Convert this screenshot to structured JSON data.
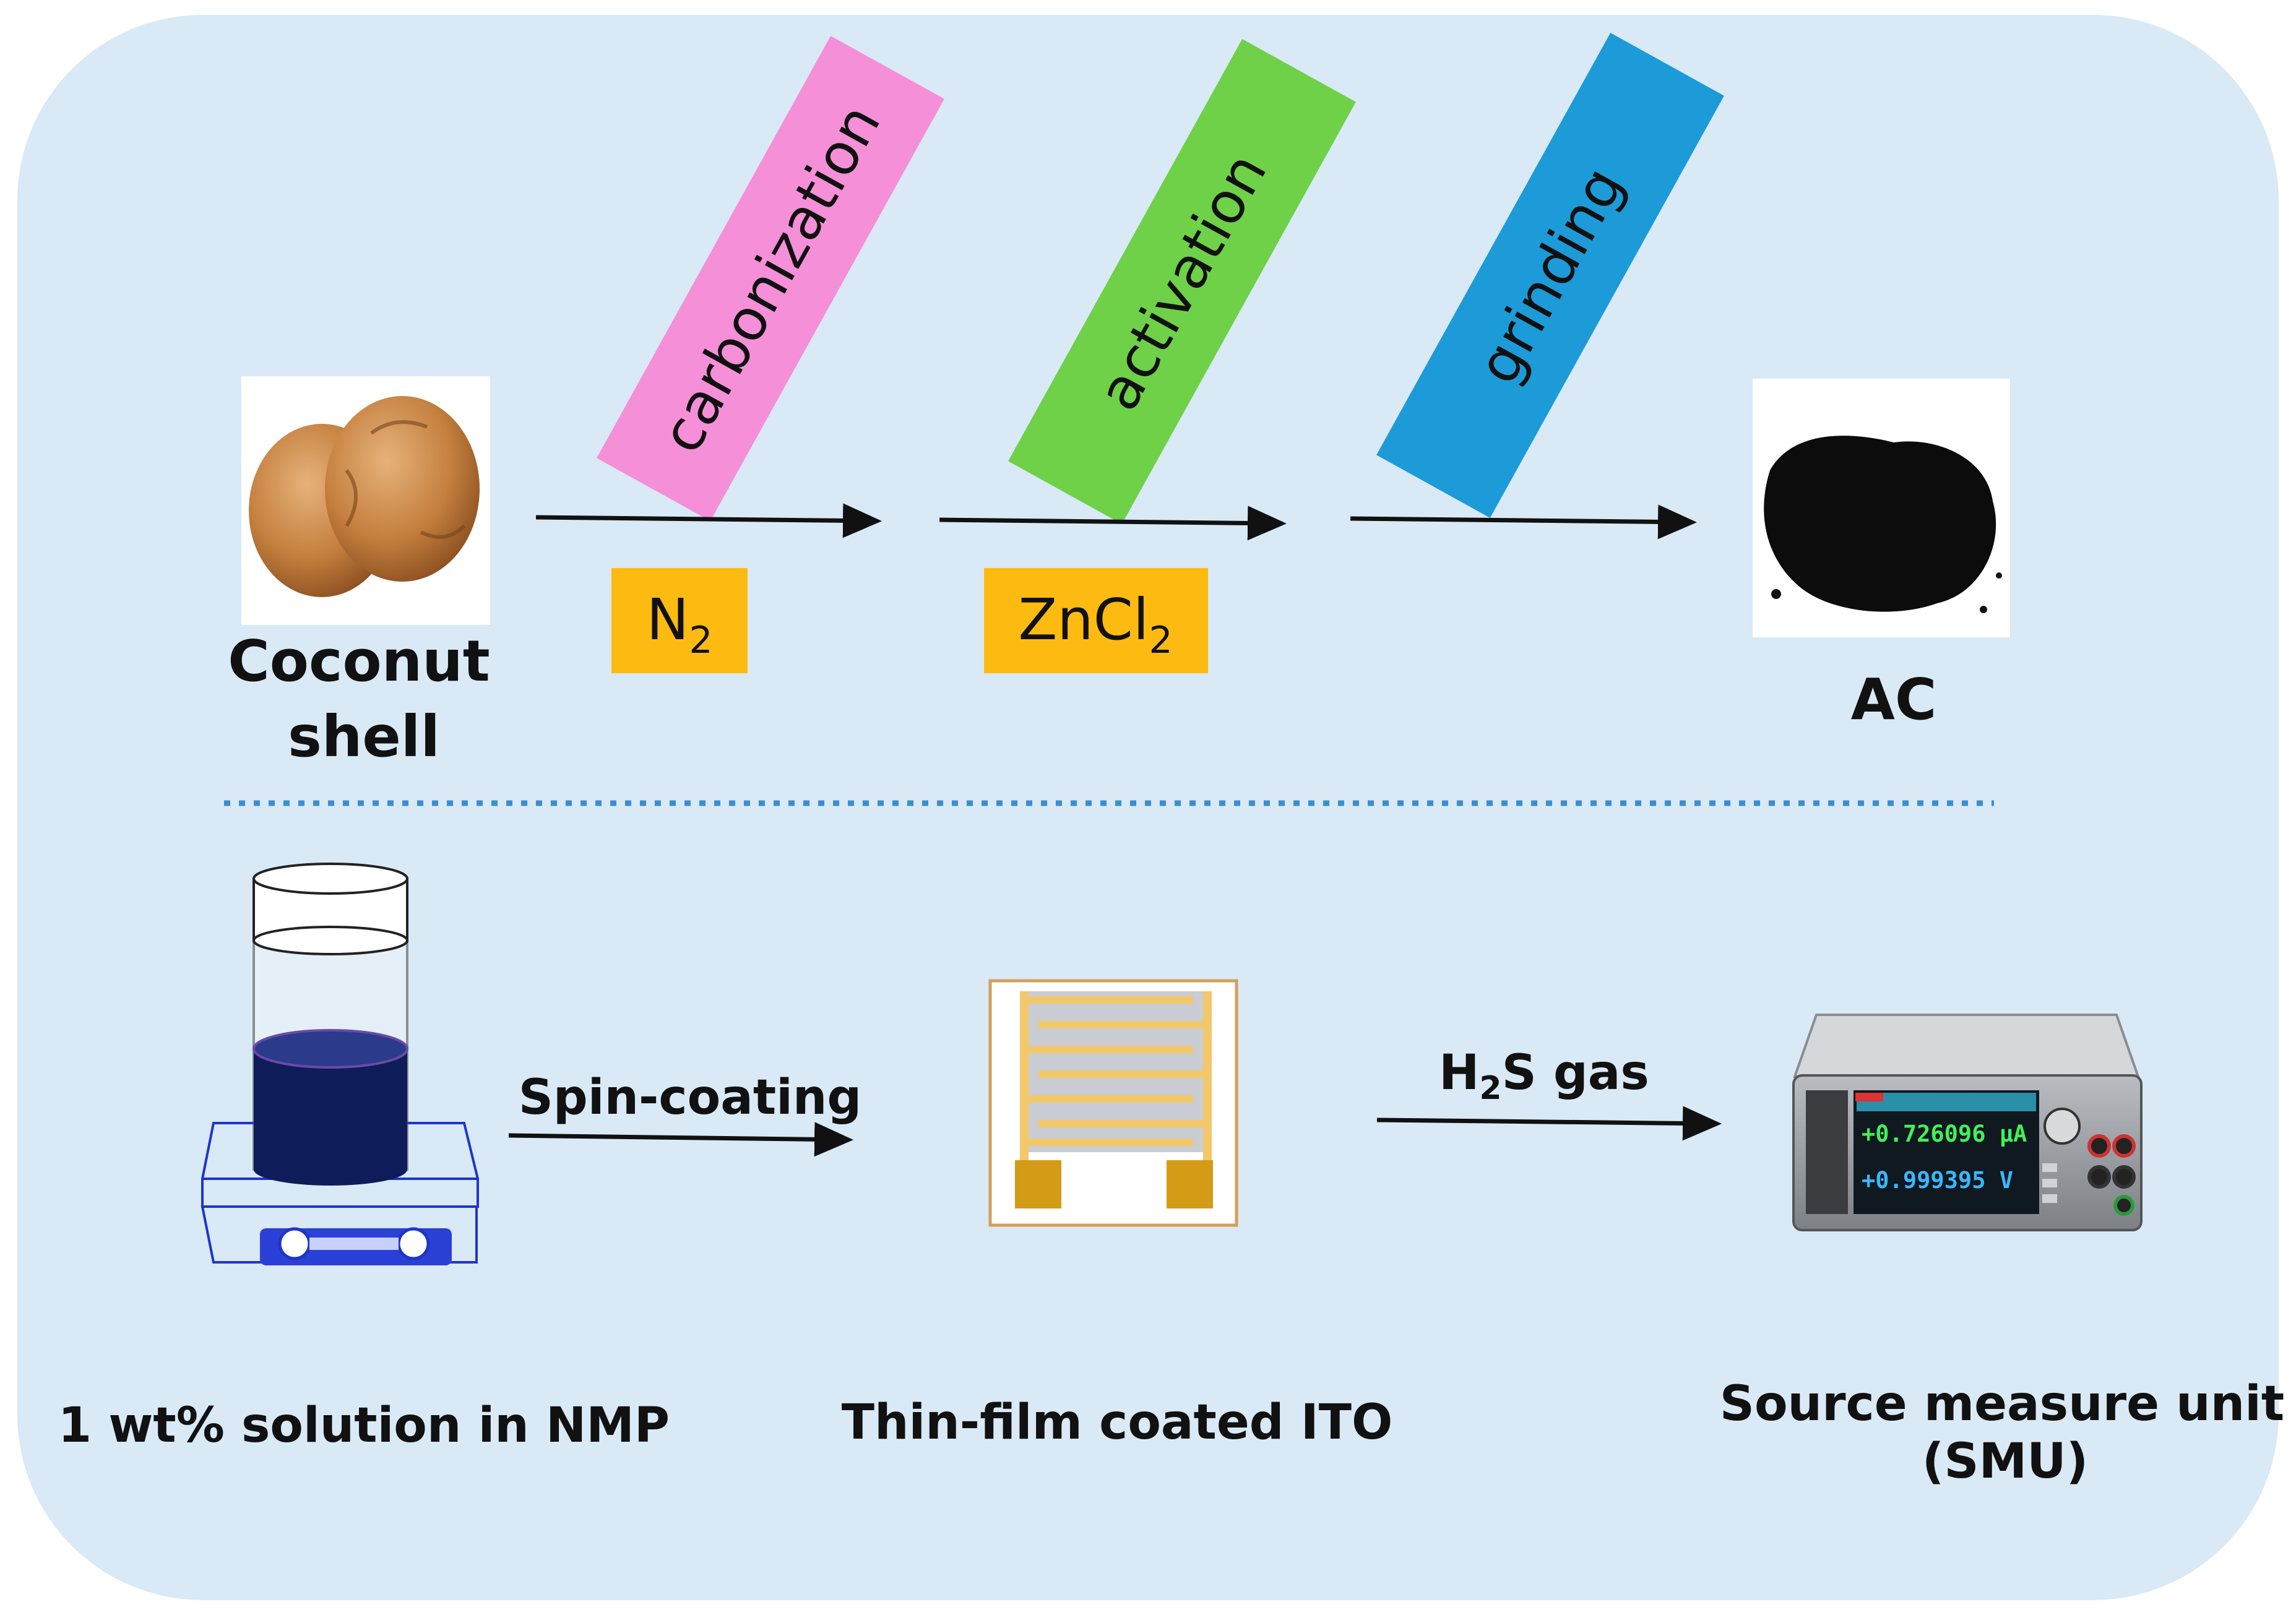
{
  "colors": {
    "panel": "#d9e9f6",
    "carbonization": "#f58fd8",
    "activation": "#6ed148",
    "grinding": "#1c9bd8",
    "reagent": "#fdbb11",
    "liquid": "#0f1c5a",
    "hotplate": "#1f35c9",
    "electrode": "#f2c86a"
  },
  "top_row": {
    "coconut": {
      "label_line1": "Coconut",
      "label_line2": "shell"
    },
    "steps": [
      {
        "label": "carbonization",
        "reagent": "N",
        "reagent_sub": "2"
      },
      {
        "label": "activation",
        "reagent": "ZnCl",
        "reagent_sub": "2"
      },
      {
        "label": "grinding"
      }
    ],
    "product": {
      "label": "AC"
    }
  },
  "bottom_row": {
    "solution": {
      "label": "1 wt% solution in NMP"
    },
    "arrow1": {
      "label": "Spin-coating"
    },
    "film": {
      "label": "Thin-film coated ITO"
    },
    "arrow2": {
      "label_pre": "H",
      "label_sub": "2",
      "label_post": "S gas"
    },
    "smu": {
      "label_line1": "Source measure unit",
      "label_line2": "(SMU)",
      "readout_current": "+0.726096 μA",
      "readout_voltage": "+0.999395 V"
    }
  }
}
